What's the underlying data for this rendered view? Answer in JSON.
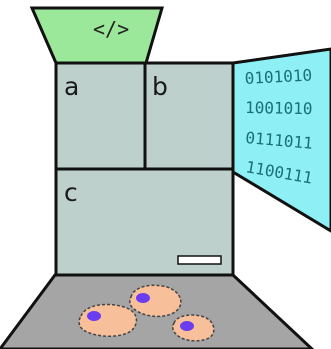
{
  "top_trapezoid": {
    "code_tag": "</>"
  },
  "panels": {
    "a": {
      "label": "a"
    },
    "b": {
      "label": "b"
    },
    "c": {
      "label": "c"
    }
  },
  "binary_screen": {
    "lines": [
      "0101010",
      "1001010",
      "0111011",
      "1100111"
    ]
  },
  "colors": {
    "trapezoid_fill": "#9ce89a",
    "panel_fill": "#bdd0cb",
    "screen_fill": "#8ef0f4",
    "floor_fill": "#a5a5a5",
    "cell_fill": "#f7c09a",
    "nucleus_fill": "#6a3df0"
  }
}
